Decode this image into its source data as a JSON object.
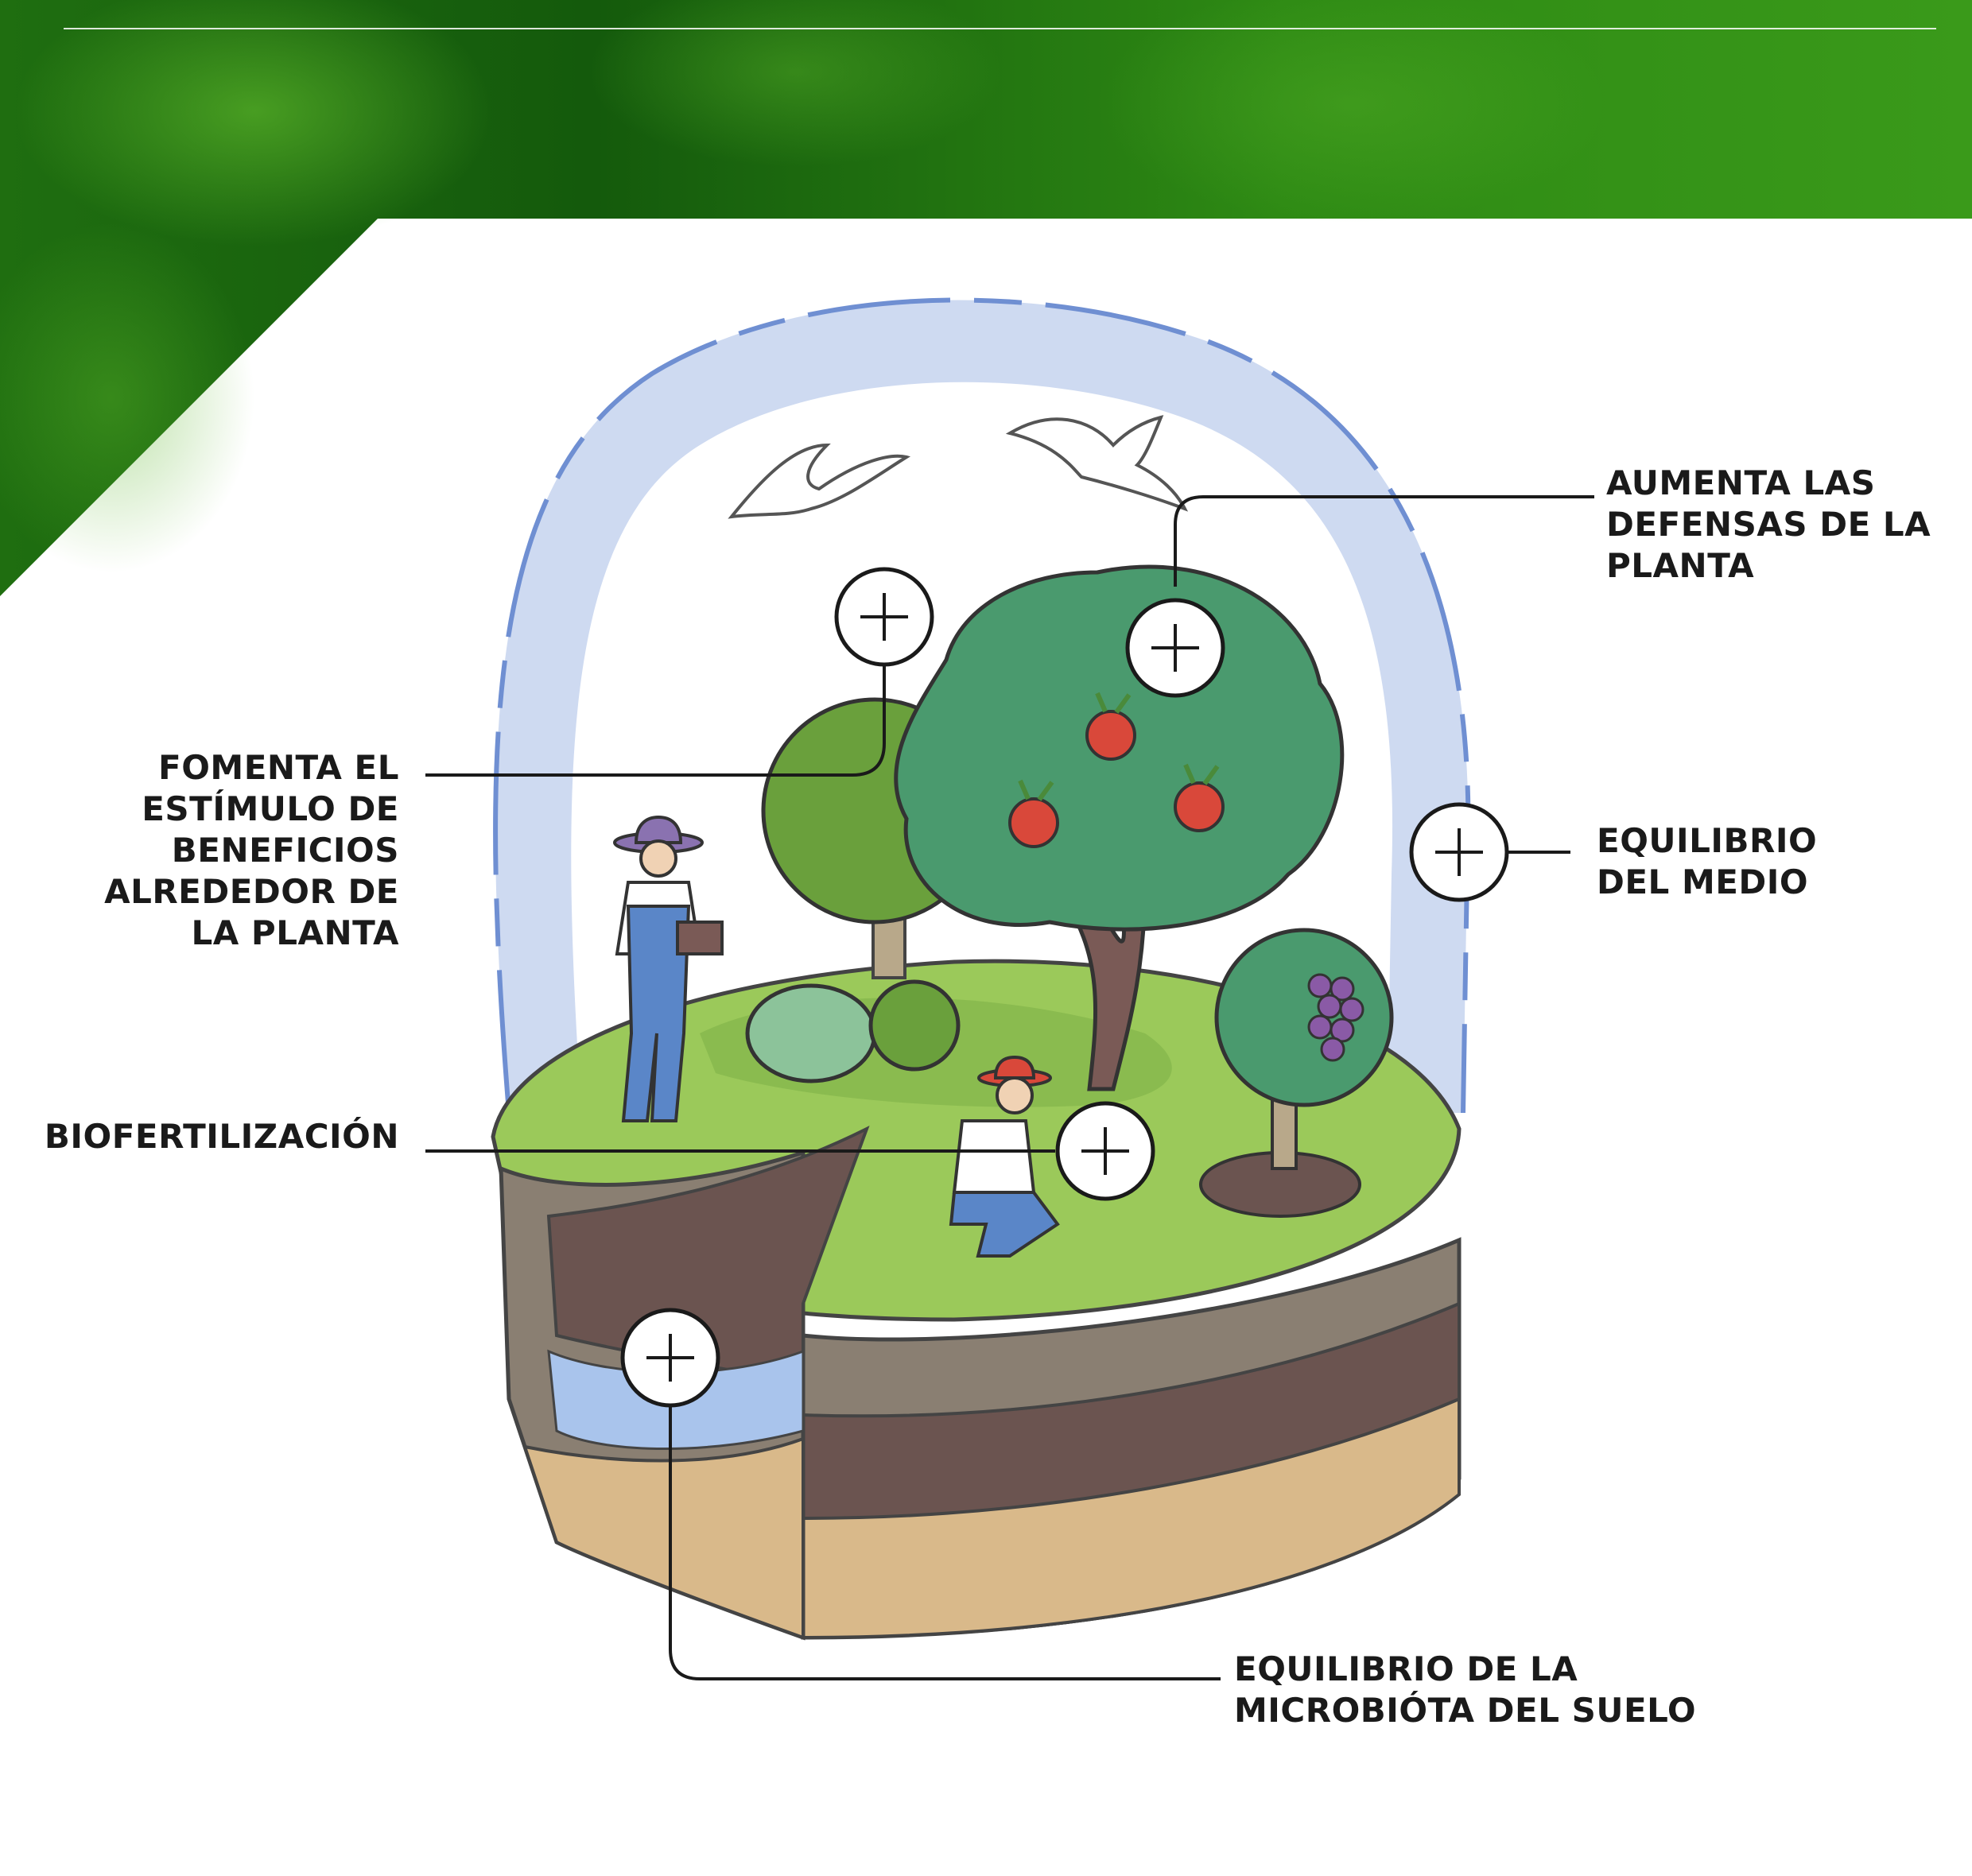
{
  "colors": {
    "foliage_dark": "#145a0c",
    "foliage_light": "#3a9a1a",
    "dome": "#b3c6ea",
    "dome_edge": "#6f8fd2",
    "grass": "#9bc95a",
    "tree": "#4a9a6e",
    "topsoil": "#8a7f72",
    "soil_dark": "#6b5450",
    "sand": "#d9b98a",
    "water": "#a9c4ec",
    "fruit": "#d9483a",
    "grapes": "#8a5aa6",
    "line": "#1a1a1a"
  },
  "callouts": [
    {
      "id": "defensas",
      "text": "AUMENTA LAS\nDEFENSAS DE LA\nPLANTA"
    },
    {
      "id": "estimulo",
      "text": "FOMENTA EL\nESTÍMULO DE\nBENEFICIOS\nALREDEDOR DE\nLA PLANTA"
    },
    {
      "id": "medio",
      "text": "EQUILIBRIO\nDEL MEDIO"
    },
    {
      "id": "biofert",
      "text": "BIOFERTILIZACIÓN"
    },
    {
      "id": "microbiota",
      "text": "EQUILIBRIO DE LA\nMICROBIÓTA DEL SUELO"
    }
  ]
}
